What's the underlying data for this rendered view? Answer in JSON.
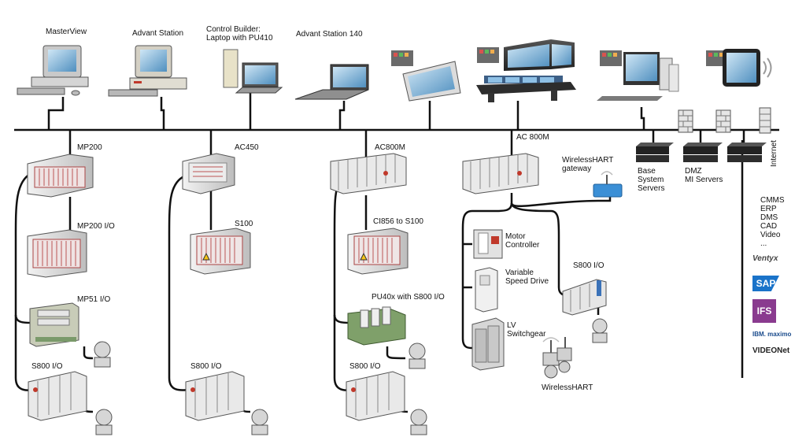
{
  "labels": {
    "masterview": "MasterView",
    "advant_station": "Advant Station",
    "control_builder_line1": "Control Builder:",
    "control_builder_line2": "Laptop with PU410",
    "advant_station_140": "Advant Station 140",
    "mp200": "MP200",
    "mp200_io": "MP200 I/O",
    "mp51_io": "MP51 I/O",
    "s800_io": "S800 I/O",
    "ac450": "AC450",
    "s100": "S100",
    "ac800m_1": "AC800M",
    "ci856": "CI856 to S100",
    "pu40x": "PU40x with S800 I/O",
    "ac800m_2": "AC 800M",
    "wirelesshart_gateway_line1": "WirelessHART",
    "wirelesshart_gateway_line2": "gateway",
    "motor_controller_line1": "Motor",
    "motor_controller_line2": "Controller",
    "vsd_line1": "Variable",
    "vsd_line2": "Speed Drive",
    "lv_line1": "LV",
    "lv_line2": "Switchgear",
    "wirelesshart": "WirelessHART",
    "base_line1": "Base",
    "base_line2": "System",
    "base_line3": "Servers",
    "dmz_line1": "DMZ",
    "dmz_line2": "MI Servers",
    "internet": "Internet",
    "enterprise": [
      "CMMS",
      "ERP",
      "DMS",
      "CAD",
      "Video",
      "..."
    ]
  },
  "logos": {
    "ventyx": "Ventyx",
    "sap": "SAP",
    "ifs": "IFS",
    "ibm_maximo": "IBM. maximo",
    "videonet": "VIDEONet"
  },
  "colors": {
    "line": "#111111",
    "cabinet": "#d8d8d8",
    "sap_blue": "#1a73c9",
    "ifs_purple": "#8a3b8f",
    "pcb_green": "#7fa06a"
  }
}
